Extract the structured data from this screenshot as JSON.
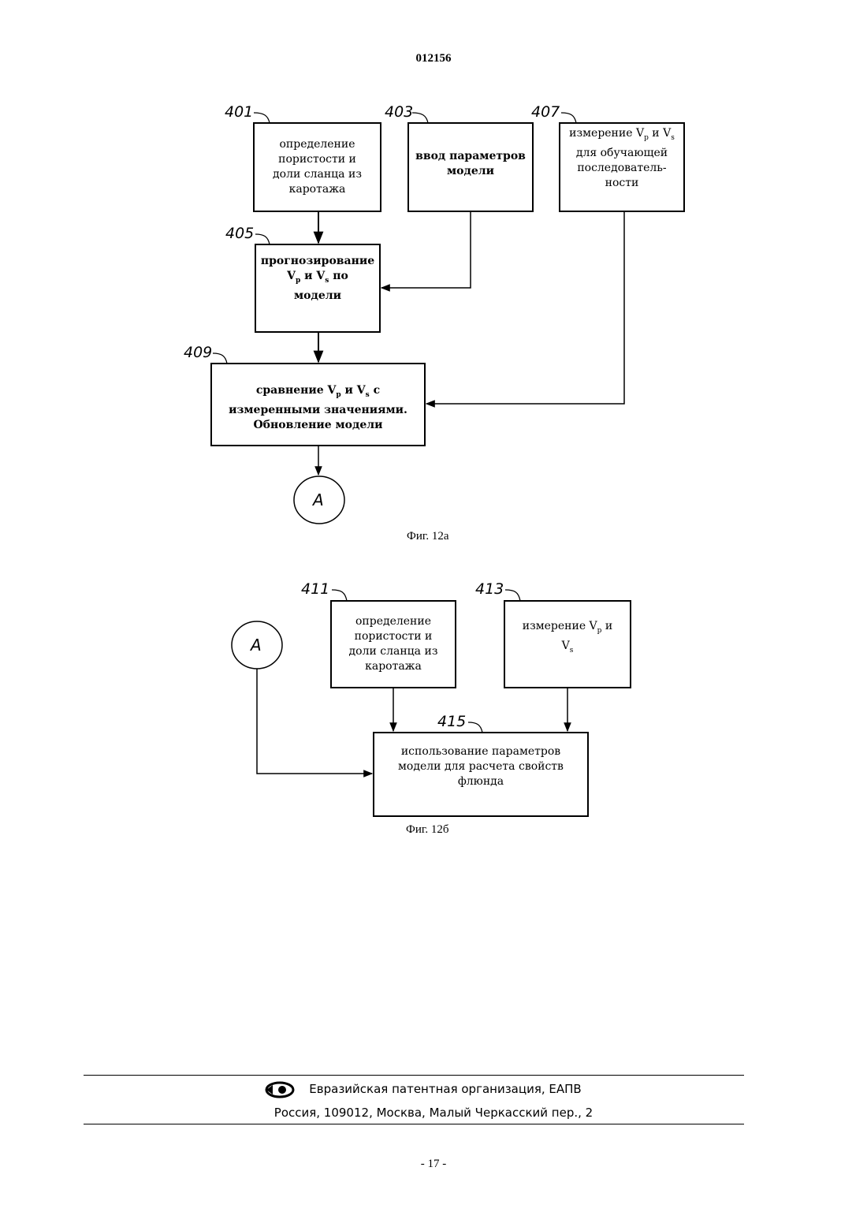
{
  "document_number": "012156",
  "figure_a": {
    "caption": "Фиг. 12а",
    "boxes": {
      "b401": {
        "ref": "401",
        "lines": [
          "определение",
          "пористости и",
          "доли сланца из",
          "каротажа"
        ]
      },
      "b403": {
        "ref": "403",
        "lines": [
          "ввод параметров",
          "модели"
        ]
      },
      "b407": {
        "ref": "407",
        "lines": [
          "измерение Vp и Vs",
          "для обучающей",
          "последователь-",
          "ности"
        ]
      },
      "b405": {
        "ref": "405",
        "lines": [
          "прогнозирование",
          "Vp и Vs по",
          "модели"
        ]
      },
      "b409": {
        "ref": "409",
        "lines": [
          "сравнение Vp и Vs с",
          "измеренными значениями.",
          "Обновление модели"
        ]
      }
    },
    "connector_label": "A"
  },
  "figure_b": {
    "caption": "Фиг. 12б",
    "boxes": {
      "b411": {
        "ref": "411",
        "lines": [
          "определение",
          "пористости и",
          "доли сланца из",
          "каротажа"
        ]
      },
      "b413": {
        "ref": "413",
        "lines": [
          "измерение Vp и",
          "Vs"
        ]
      },
      "b415": {
        "ref": "415",
        "lines": [
          "использование параметров",
          "модели для расчета свойств",
          "флюнда"
        ]
      }
    },
    "connector_label": "A"
  },
  "footer": {
    "organization": "Евразийская патентная организация, ЕАПВ",
    "address": "Россия, 109012, Москва, Малый Черкасский пер., 2"
  },
  "page_number": "- 17 -"
}
